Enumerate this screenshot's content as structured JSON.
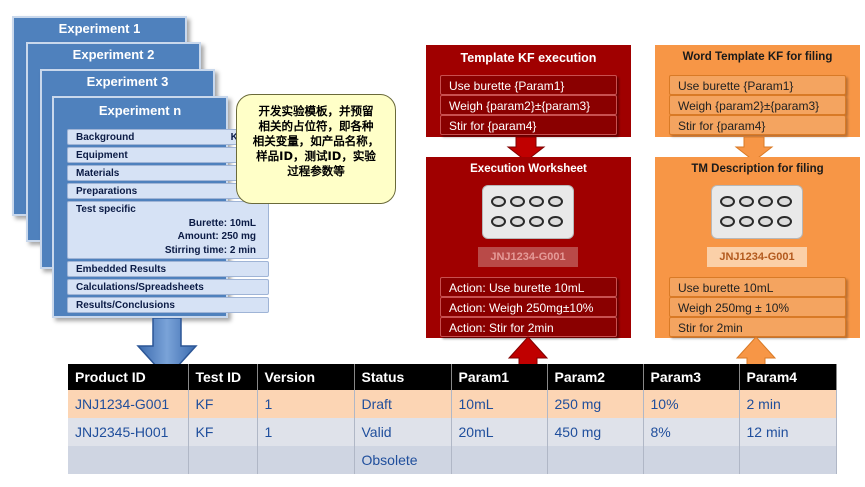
{
  "experiments": {
    "cards": [
      "Experiment  1",
      "Experiment  2",
      "Experiment  3",
      "Experiment  n"
    ],
    "fields": {
      "background": "Background",
      "background_tag": "KF",
      "equipment": "Equipment",
      "materials": "Materials",
      "preparations": "Preparations",
      "test_specific": "Test specific",
      "burette": "Burette: 10mL",
      "amount": "Amount: 250 mg",
      "stirring": "Stirring time: 2 min",
      "embedded": "Embedded Results",
      "calculations": "Calculations/Spreadsheets",
      "results": "Results/Conclusions"
    }
  },
  "note": {
    "lines": [
      "开发实验模板，并预留",
      "相关的占位符，即各种",
      "相关变量，如产品名称，",
      "样品ID，测试ID，实验",
      "过程参数等"
    ]
  },
  "red_panel": {
    "template_title": "Template KF execution",
    "template_rows": [
      "Use burette {Param1}",
      "Weigh {param2}±{param3}",
      "Stir for {param4}"
    ],
    "worksheet_title": "Execution Worksheet",
    "sample_id": "JNJ1234-G001",
    "action_rows": [
      "Action: Use burette 10mL",
      "Action: Weigh 250mg±10%",
      "Action: Stir for 2min"
    ]
  },
  "orange_panel": {
    "template_title": "Word Template KF for filing",
    "template_rows": [
      "Use burette {Param1}",
      "Weigh {param2}±{param3}",
      "Stir for {param4}"
    ],
    "description_title": "TM Description for filing",
    "sample_id": "JNJ1234-G001",
    "description_rows": [
      "Use burette 10mL",
      "Weigh 250mg ± 10%",
      "Stir for 2min"
    ]
  },
  "table": {
    "headers": [
      "Product ID",
      "Test ID",
      "Version",
      "Status",
      "Param1",
      "Param2",
      "Param3",
      "Param4"
    ],
    "rows": [
      [
        "JNJ1234-G001",
        "KF",
        "1",
        "Draft",
        "10mL",
        "250 mg",
        "10%",
        "2 min"
      ],
      [
        "JNJ2345-H001",
        "KF",
        "1",
        "Valid",
        "20mL",
        "450 mg",
        "8%",
        "12 min"
      ],
      [
        "",
        "",
        "",
        "Obsolete",
        "",
        "",
        "",
        ""
      ]
    ]
  },
  "colors": {
    "experiment_blue": "#4f81bd",
    "dark_red": "#8a0000",
    "orange": "#f79646",
    "highlight_row": "#fcd5b4"
  }
}
